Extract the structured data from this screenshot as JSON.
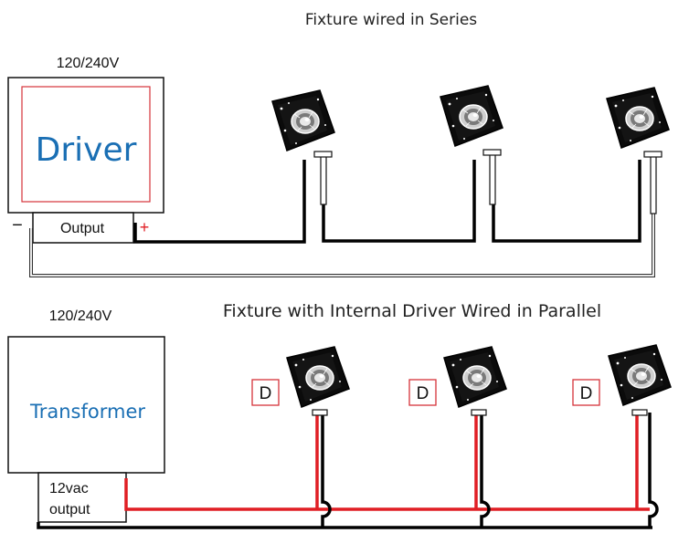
{
  "series": {
    "title": "Fixture wired in Series",
    "voltage": "120/240V",
    "driver_label": "Driver",
    "output_label": "Output",
    "minus_sign": "−",
    "plus_sign": "+"
  },
  "parallel": {
    "title": "Fixture with Internal Driver Wired in Parallel",
    "voltage": "120/240V",
    "transformer_label": "Transformer",
    "output_line1": "12vac",
    "output_line2": "output",
    "driver_badge": "D"
  },
  "colors": {
    "label_blue": "#1a6fb4",
    "wire_red": "#e01e24",
    "wire_black": "#000000",
    "outline_red": "#d6333a"
  },
  "icons": {
    "fixture": "recessed-light-fixture-icon"
  }
}
